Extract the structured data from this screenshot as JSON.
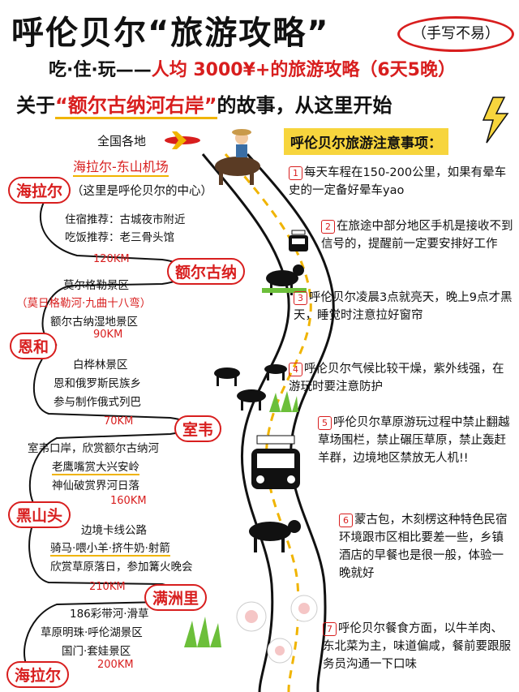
{
  "header": {
    "title": "呼伦贝尔“旅游攻略”",
    "badge": "（手写不易）",
    "subtitle_prefix": "吃·住·玩——",
    "subtitle_red": "人均 3000¥+",
    "subtitle_suffix": "的旅游攻略（6天5晚）",
    "story_prefix": "关于",
    "story_red": "“额尔古纳河右岸”",
    "story_suffix": "的故事，从这里开始"
  },
  "route": {
    "origin": "全国各地",
    "airport": "海拉尔-东山机场",
    "city1": "海拉尔",
    "city1_note": "（这里是呼伦贝尔的中心）",
    "stay": "住宿推荐：古城夜市附近",
    "eat": "吃饭推荐：老三骨头馆",
    "km1": "120KM",
    "city2": "额尔古纳",
    "spot2a": "莫尔格勒景区",
    "spot2b": "（莫日格勒河·九曲十八弯）",
    "spot2c": "额尔古纳湿地景区",
    "km2": "90KM",
    "city3": "恩和",
    "spot3a": "白桦林景区",
    "spot3b": "恩和俄罗斯民族乡",
    "spot3c": "参与制作俄式列巴",
    "km3": "70KM",
    "city4": "室韦",
    "spot4a": "室韦口岸，欣赏额尔古纳河",
    "spot4b": "老鹰嘴赏大兴安岭",
    "spot4c": "神仙破赏界河日落",
    "km4": "160KM",
    "city5": "黑山头",
    "spot5a": "边境卡线公路",
    "spot5b": "骑马·喂小羊·挤牛奶·射箭",
    "spot5c": "欣赏草原落日，参加篝火晚会",
    "km5": "210KM",
    "city6": "满洲里",
    "spot6a": "186彩带河·滑草",
    "spot6b": "草原明珠·呼伦湖景区",
    "spot6c": "国门·套娃景区",
    "km6": "200KM",
    "city7": "海拉尔"
  },
  "notes": {
    "title": "呼伦贝尔旅游注意事项：",
    "items": [
      {
        "n": "1",
        "text": "每天车程在150-200公里，如果有晕车史的一定备好晕车yao"
      },
      {
        "n": "2",
        "text": "在旅途中部分地区手机是接收不到信号的，提醒前一定要安排好工作"
      },
      {
        "n": "3",
        "text": "呼伦贝尔凌晨3点就亮天，晚上9点才黑天，睡觉时注意拉好窗帘"
      },
      {
        "n": "4",
        "text": "呼伦贝尔气候比较干燥，紫外线强，在游玩时要注意防护"
      },
      {
        "n": "5",
        "text": "呼伦贝尔草原游玩过程中禁止翻越草场围栏，禁止碾压草原，禁止轰赶羊群，边境地区禁放无人机!!"
      },
      {
        "n": "6",
        "text": "蒙古包，木刻楞这种特色民宿环境跟市区相比要差一些，乡镇酒店的早餐也是很一般，体验一晚就好"
      },
      {
        "n": "7",
        "text": "呼伦贝尔餐食方面，以牛羊肉、东北菜为主，味道偏咸，餐前要跟服务员沟通一下口味"
      }
    ]
  },
  "colors": {
    "accent_red": "#d81e1e",
    "highlight_yellow": "#f7d53d",
    "road": "#111111"
  }
}
